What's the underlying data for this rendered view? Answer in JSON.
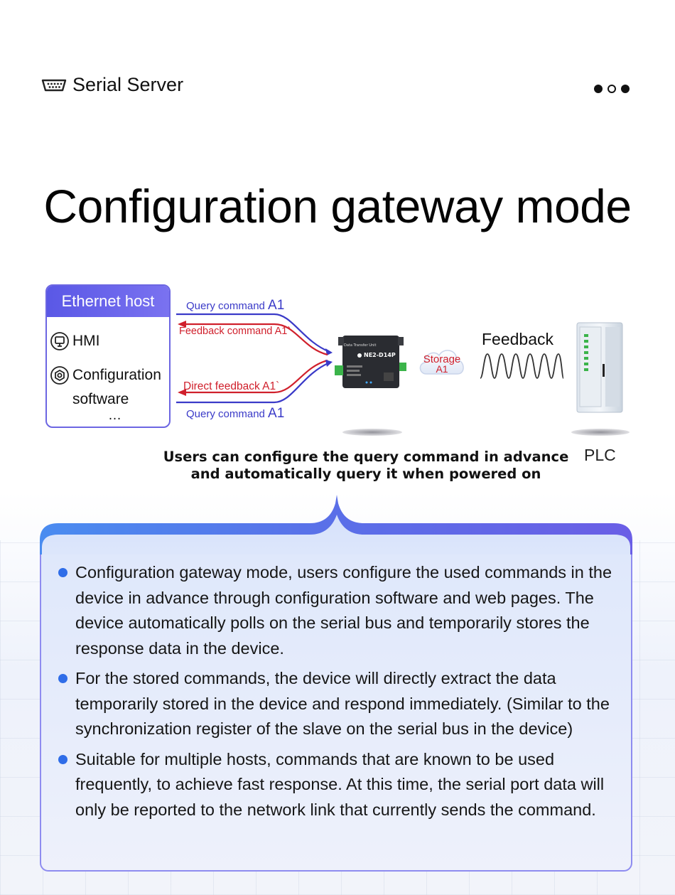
{
  "header": {
    "label": "Serial Server",
    "icon": "serial-port-icon"
  },
  "title": "Configuration gateway mode",
  "host": {
    "title": "Ethernet host",
    "hmi": "HMI",
    "config_line1": "Configuration",
    "config_line2": "software",
    "more": "…"
  },
  "flows": {
    "query_top_text": "Query command",
    "query_top_code": "A1",
    "feedback_text": "Feedback command A1`",
    "direct_text": "Direct feedback A1`",
    "query_bottom_text": "Query command",
    "query_bottom_code": "A1"
  },
  "device": {
    "header": "Data Transfer Unit",
    "model": "NE2-D14P"
  },
  "storage": {
    "line1": "Storage",
    "line2": "A1"
  },
  "feedback_label": "Feedback",
  "plc_label": "PLC",
  "caption": {
    "line1": "Users can configure the query command in advance",
    "line2": "and automatically query it when powered on"
  },
  "bullets": [
    "Configuration gateway mode, users configure the used commands  in the device in advance through configuration software and web pages. The device automatically polls on the serial bus and temporarily stores the response data in the device.",
    "For the stored commands, the device will directly extract the data temporarily stored in the device and respond immediately. (Similar to the synchronization register of the slave on the serial bus in the device)",
    "Suitable for multiple hosts, commands that are known to be used frequently, to achieve fast response. At this time, the serial port data will only be reported to the network link that currently sends the command."
  ],
  "colors": {
    "accent": "#6c66e2",
    "blue_line": "#3a3ac8",
    "red_line": "#d0202c",
    "bullet": "#2f6de8"
  }
}
